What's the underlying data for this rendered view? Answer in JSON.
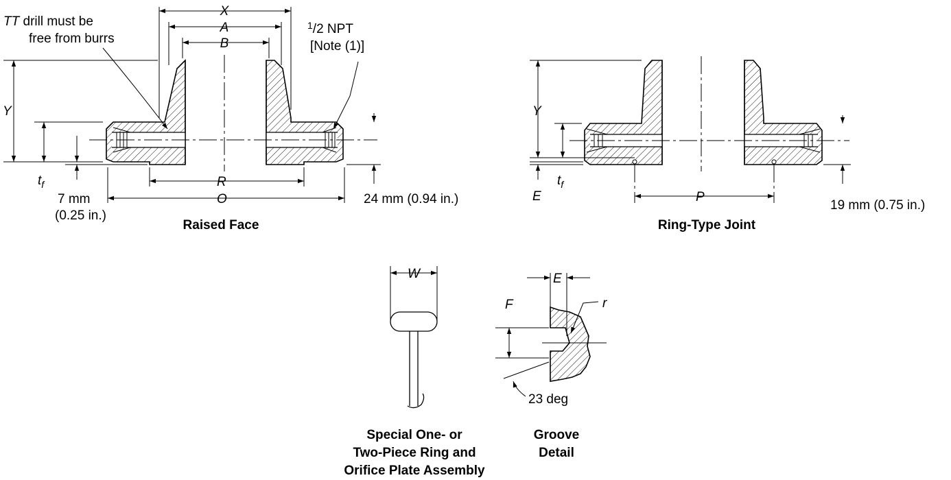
{
  "raised_face": {
    "caption": "Raised Face",
    "dims": {
      "X": "X",
      "A": "A",
      "B": "B",
      "Y": "Y",
      "R": "R",
      "O": "O",
      "tf_t": "t",
      "tf_f": "f"
    },
    "note_drill_1_it": "TT",
    "note_drill_1": " drill must be",
    "note_drill_2": "free from burrs",
    "npt_sup": "1",
    "npt_text": "/2 NPT",
    "npt_note": "[Note (1)]",
    "seven_mm": "7 mm",
    "seven_in": "(0.25 in.)",
    "twentyfour": "24 mm (0.94 in.)"
  },
  "ring_type": {
    "caption": "Ring-Type Joint",
    "dims": {
      "Y": "Y",
      "E": "E",
      "P": "P",
      "tf_t": "t",
      "tf_f": "f"
    },
    "nineteen": "19 mm (0.75 in.)"
  },
  "ring_plate": {
    "caption_1": "Special One- or",
    "caption_2": "Two-Piece Ring and",
    "caption_3": "Orifice Plate Assembly",
    "W": "W"
  },
  "groove": {
    "caption_1": "Groove",
    "caption_2": "Detail",
    "E": "E",
    "F": "F",
    "r": "r",
    "angle": "23 deg"
  }
}
